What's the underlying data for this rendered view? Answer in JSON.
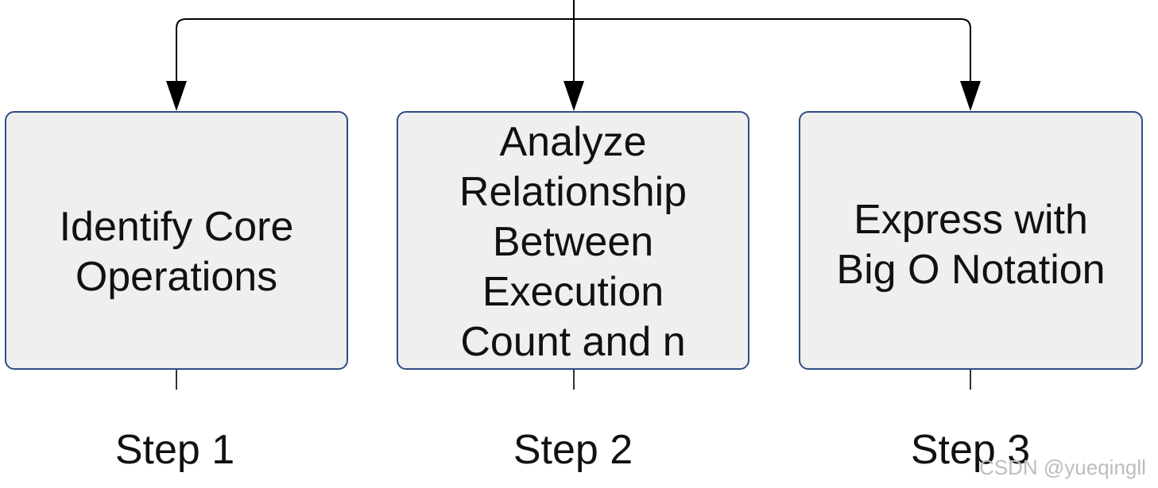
{
  "steps": [
    {
      "box_text": "Identify Core\nOperations",
      "label": "Step 1"
    },
    {
      "box_text": "Analyze\nRelationship\nBetween Execution\nCount and n",
      "label": "Step 2"
    },
    {
      "box_text": "Express with\nBig O Notation",
      "label": "Step 3"
    }
  ],
  "watermark": "CSDN @yueqingll",
  "colors": {
    "box_fill": "#efefef",
    "box_border": "#2f4d84",
    "connector": "#000000",
    "text": "#111111",
    "watermark": "#bdbdbd"
  }
}
